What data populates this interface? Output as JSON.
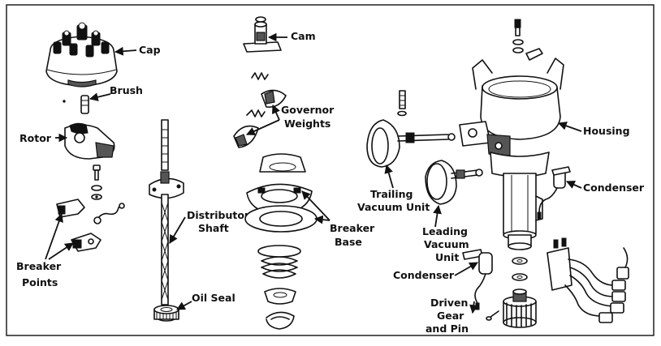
{
  "labels": {
    "cap": "Cap",
    "brush": "Brush",
    "rotor": "Rotor",
    "breaker_points": [
      "Breaker",
      "Points"
    ],
    "distributor_shaft": [
      "Distributor",
      "Shaft"
    ],
    "oil_seal": "Oil Seal",
    "cam": "Cam",
    "governor_weights": [
      "Governor",
      "Weights"
    ],
    "breaker_base": [
      "Breaker",
      "Base"
    ],
    "trailing_vacuum_unit": [
      "Trailing",
      "Vacuum Unit"
    ],
    "leading_vacuum_unit": [
      "Leading",
      "Vacuum",
      "Unit"
    ],
    "housing": "Housing",
    "condenser_right": "Condenser",
    "condenser_center": "Condenser",
    "driven_gear": [
      "Driven",
      "Gear",
      "and Pin"
    ]
  }
}
